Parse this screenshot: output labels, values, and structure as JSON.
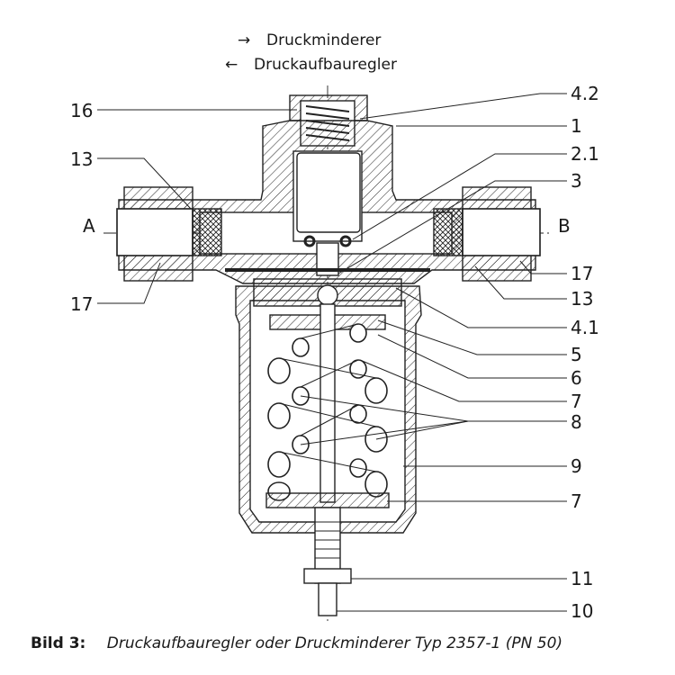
{
  "flow_directions": [
    {
      "arrow": "→",
      "label": "Druckminderer"
    },
    {
      "arrow": "←",
      "label": "Druckaufbauregler"
    }
  ],
  "ports": {
    "left": "A",
    "right": "B"
  },
  "labels_left": [
    "16",
    "13",
    "17"
  ],
  "labels_right": [
    "4.2",
    "1",
    "2.1",
    "3",
    "17",
    "13",
    "4.1",
    "5",
    "6",
    "7",
    "8",
    "9",
    "7",
    "11",
    "10"
  ],
  "caption": {
    "number": "Bild 3:",
    "text": "Druckaufbauregler oder Druckminderer Typ 2357-1 (PN 50)"
  }
}
